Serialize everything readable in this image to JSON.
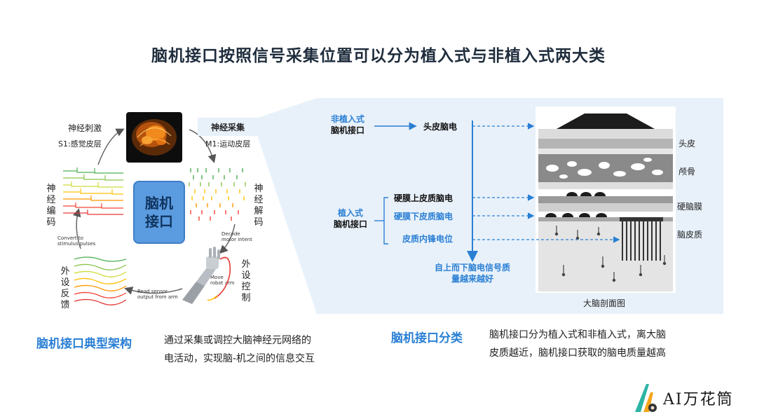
{
  "title": "脑机接口按照信号采集位置可以分为植入式与非植入式两大类",
  "left": {
    "stim_title": "神经刺激",
    "stim_sub": "S1:感觉皮层",
    "acq_title": "神经采集",
    "acq_sub": "M1:运动皮层",
    "left_vertical": [
      "神",
      "经",
      "编",
      "码"
    ],
    "right_vertical": [
      "神",
      "经",
      "解",
      "码"
    ],
    "bottom_left_vertical": [
      "外",
      "设",
      "反",
      "馈"
    ],
    "bottom_right_vertical": [
      "外",
      "设",
      "控",
      "制"
    ],
    "center_line1": "脑机",
    "center_line2": "接口",
    "convert_l1": "Convert to",
    "convert_l2": "stimulus pulses",
    "decode_l1": "Decode",
    "decode_l2": "motor intent",
    "move_l1": "Move",
    "move_l2": "robot arm",
    "read_l1": "Read sensor",
    "read_l2": "output from arm",
    "caption_title": "脑机接口典型架构",
    "caption_line1": "通过采集或调控大脑神经元网络的",
    "caption_line2": "电活动，实现脑-机之间的信息交互"
  },
  "right": {
    "noninvasive_l1": "非植入式",
    "noninvasive_l2": "脑机接口",
    "eeg_scalp": "头皮脑电",
    "invasive_l1": "植入式",
    "invasive_l2": "脑机接口",
    "epidural": "硬膜上皮质脑电",
    "subdural": "硬膜下皮质脑电",
    "intracortical": "皮质内锋电位",
    "quality_l1": "自上而下脑电信号质",
    "quality_l2": "量越来越好",
    "layer_scalp": "头皮",
    "layer_skull": "颅骨",
    "layer_dura": "硬脑膜",
    "layer_cortex": "脑皮质",
    "figure_caption": "大脑剖面图",
    "caption_title": "脑机接口分类",
    "caption_line1": "脑机接口分为植入式和非植入式，离大脑",
    "caption_line2": "皮质越近，脑机接口获取的脑电质量越高"
  },
  "logo": {
    "text": "AI万花筒"
  },
  "colors": {
    "accent_blue": "#2a7fd4",
    "panel_bg": "#e8f1fa",
    "box_blue": "#5b9be0"
  }
}
